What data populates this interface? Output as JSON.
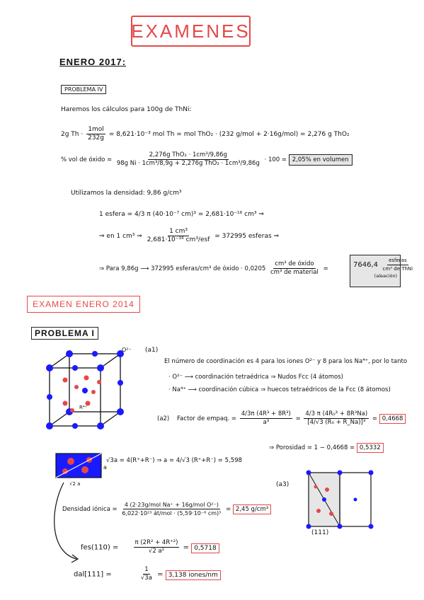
{
  "title": "EXAMENES",
  "enero2017": "ENERO 2017:",
  "problema4": "PROBLEMA IV",
  "line1": "Haremos los cálculos para 100g de ThNi:",
  "line2a": "2g Th ·",
  "line2f": {
    "n": "1mol",
    "d": "232g"
  },
  "line2b": "= 8,621·10⁻³ mol Th = mol ThO₂ · (232 g/mol + 2·16g/mol) = 2,276 g ThO₂",
  "line3a": "% vol de óxido =",
  "line3num": "2,276g ThO₂ · 1cm³/9,86g",
  "line3den": "98g Ni · 1cm³/8,9g + 2,276g ThO₂ · 1cm³/9,86g",
  "line3b": "· 100 =",
  "result1": "2,05% en volumen",
  "line4": "Utilizamos la densidad: 9,86 g/cm³",
  "line5a": "1 esfera =",
  "line5b": "4/3 π (40·10⁻⁷ cm)³ = 2,681·10⁻¹⁶ cm³ ⇒",
  "line6a": "⇒ en 1 cm³ ⇒",
  "line6f": {
    "n": "1 cm³",
    "d": "2,681·10⁻¹⁶ cm³/esf"
  },
  "line6b": "= 372995 esferas ⇒",
  "line7a": "⇒ Para 9,86g ⟶ 372995 esferas/cm³ de óxido · 0,0205",
  "line7f": {
    "n": "cm³ de óxido",
    "d": "cm³ de material"
  },
  "line7b": "=",
  "result2a": "7646,4",
  "result2f": {
    "n": "esferas",
    "d": "cm³ de ThNi"
  },
  "result2c": "(aleación)",
  "examen2014": "EXAMEN ENERO 2014",
  "problema1": "PROBLEMA I",
  "o2label": "O²⁻",
  "a1": "(a1)",
  "a1text": "El número de coordinación es 4 para los iones O²⁻ y 8 para los Na⁴⁺, por lo tanto",
  "bullet1": "· O²⁻ ⟶ coordinación tetraédrica ⇒ Nudos Fcc (4 átomos)",
  "bullet2": "· Na⁴⁺ ⟶ coordinación cúbica ⇒ huecos tetraédricos de la Fcc (8 átomos)",
  "a2": "(a2)",
  "factor": "Factor de empaq. =",
  "factorNum": "4/3π (4R³ + 8R³)",
  "factorDen": "a³",
  "factor2Num": "4/3 π (4R₀³ + 8R³Na)",
  "factor2Den": "[4/√3 (R₀ + R_Na)]³",
  "result3": "0,4668",
  "porosidad": "⇒ Porosidad = 1 − 0,4668 =",
  "result4": "0,5332",
  "rplus": "R⁴⁺",
  "sqrt3a": "√3a = 4(R⁺+R⁻) ⇒ a = 4/√3 (R⁺+R⁻) = 5,598",
  "sqrt2a": "√2 a",
  "alabel": "a",
  "densidad": "Densidad iónica =",
  "densNum": "4 (2·23g/mol Na⁺ + 16g/mol O²⁻)",
  "densDen": "6,022·10²³ át/mol · (5,59·10⁻⁸ cm)³",
  "result5": "2,45 g/cm³",
  "a3": "(a3)",
  "plane111": "(111)",
  "fes": "fes(110) =",
  "fesNum": "π (2R² + 4R⁺²)",
  "fesDen": "√2 a²",
  "result6": "0,5718",
  "dal": "dal[111] =",
  "dalNum": "1",
  "dalDen": "√3a",
  "result7": "3,138 iones/nm",
  "colors": {
    "red": "#e54848",
    "blue": "#1a1aff",
    "grey": "#e6e6e6"
  }
}
